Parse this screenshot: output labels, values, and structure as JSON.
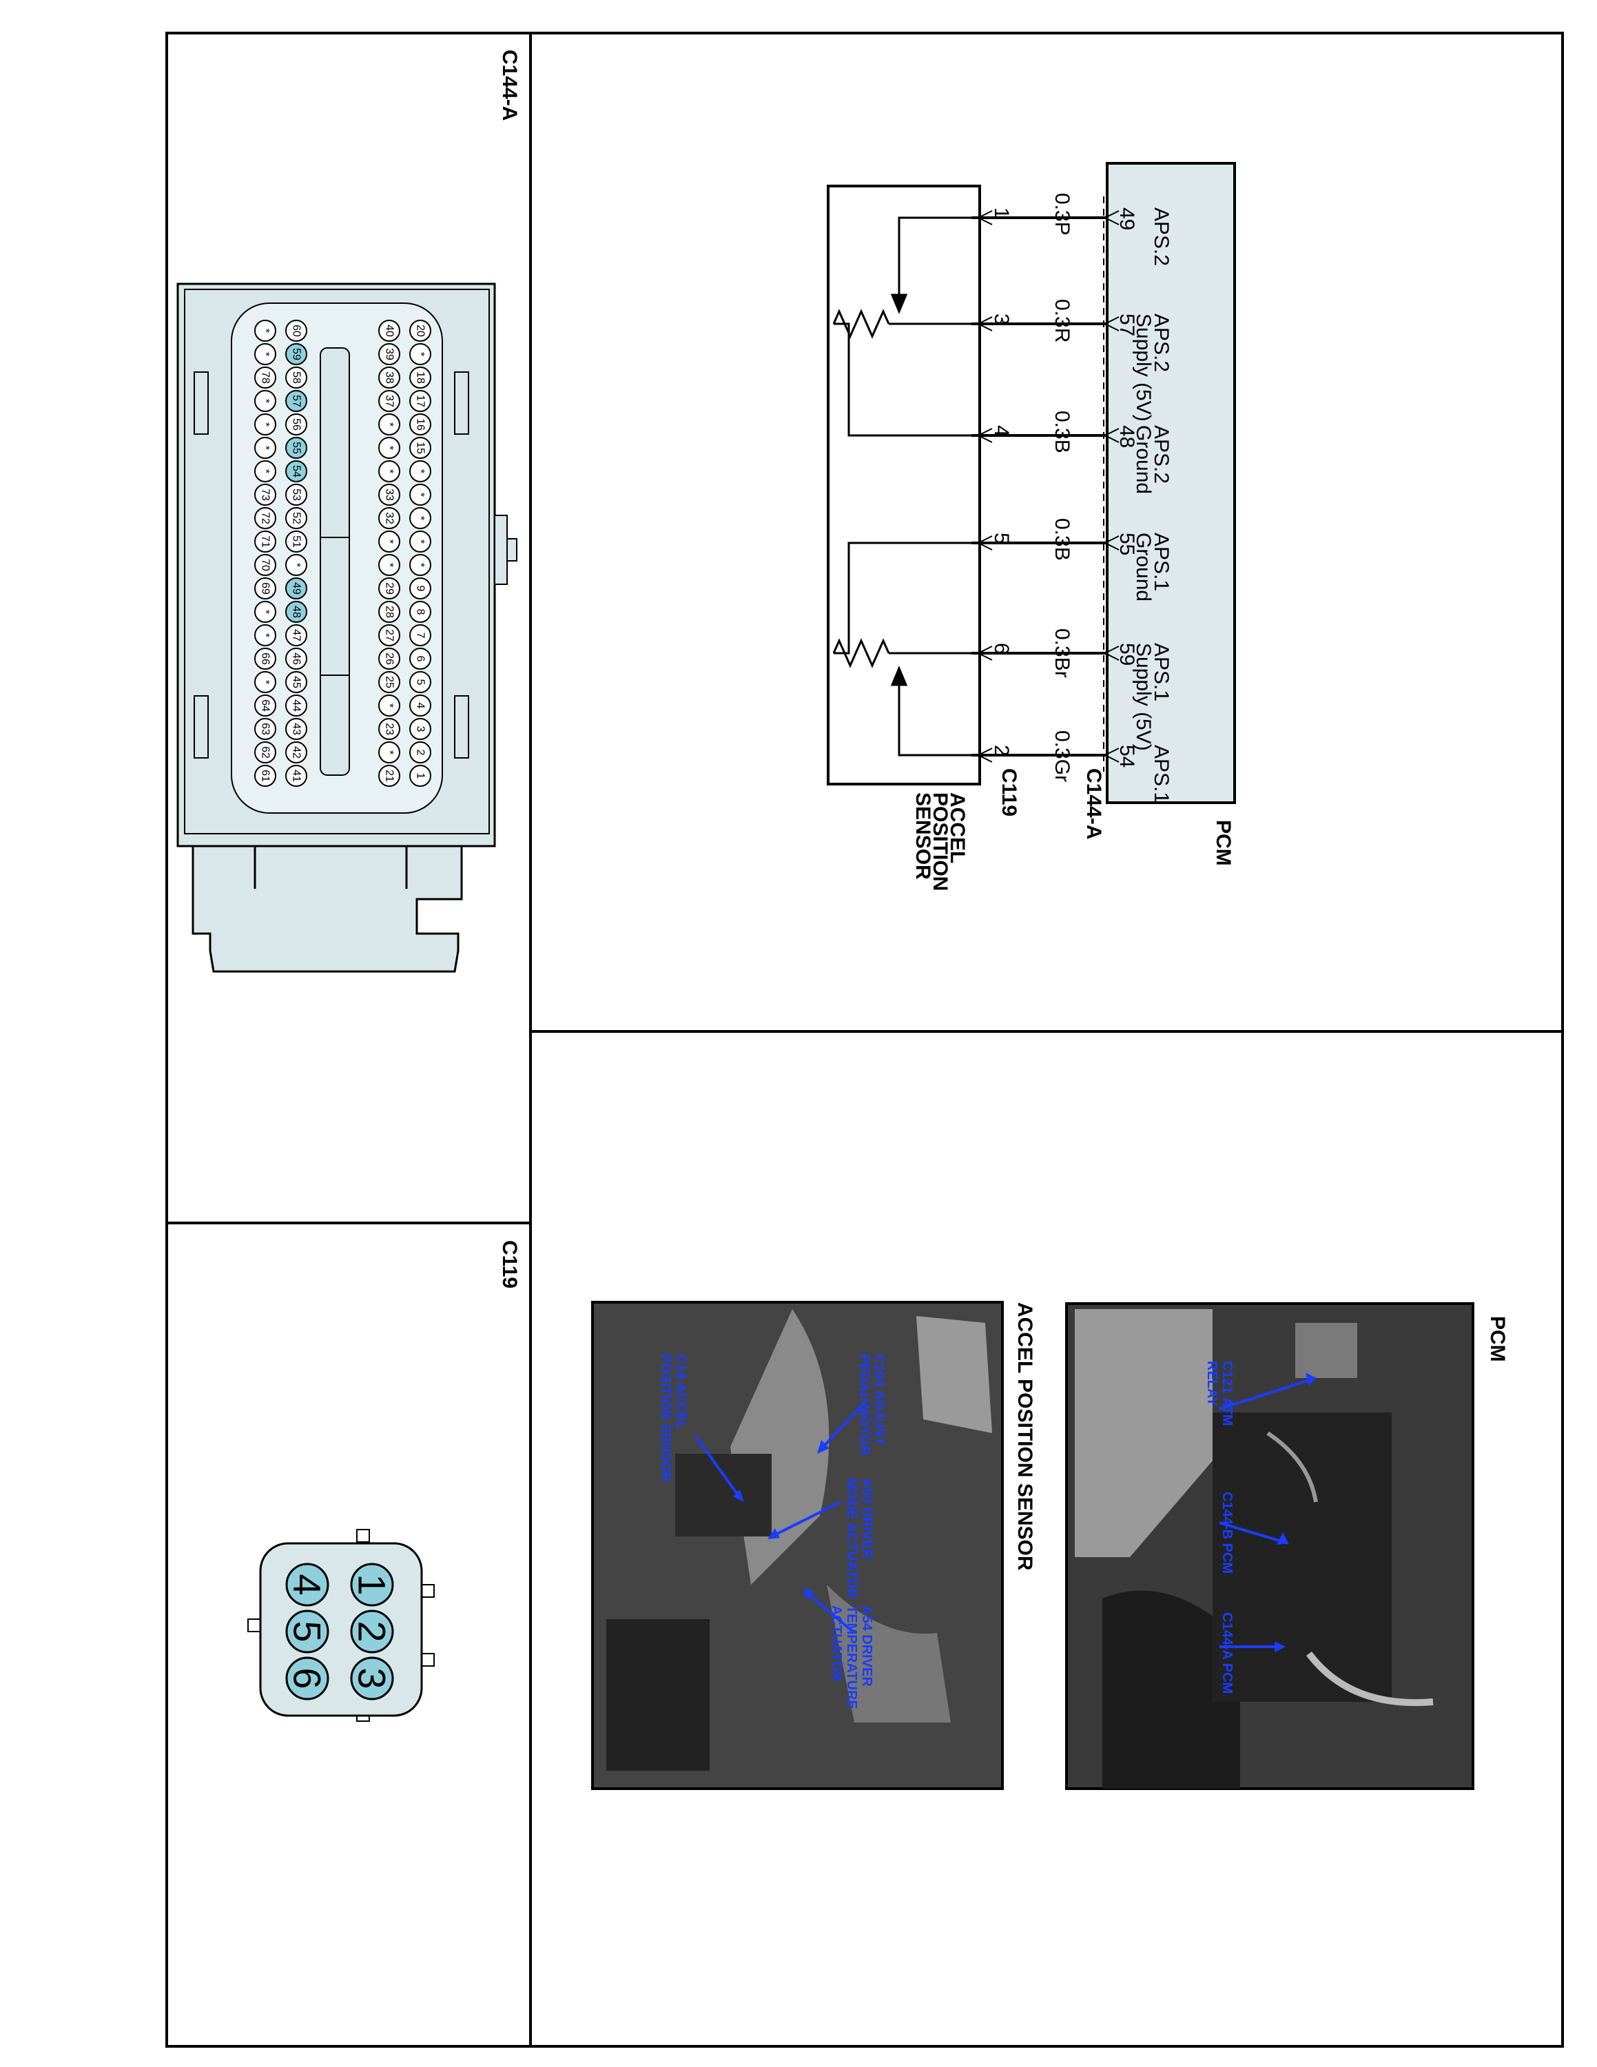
{
  "connectors": {
    "c144a": {
      "title": "C144-A",
      "rows": [
        [
          "20",
          "*",
          "18",
          "17",
          "16",
          "15",
          "*",
          "*",
          "*",
          "*",
          "*",
          "9",
          "8",
          "7",
          "6",
          "5",
          "4",
          "3",
          "2",
          "1"
        ],
        [
          "40",
          "39",
          "38",
          "37",
          "*",
          "*",
          "*",
          "33",
          "32",
          "*",
          "*",
          "29",
          "28",
          "27",
          "26",
          "25",
          "*",
          "23",
          "*",
          "21"
        ],
        [
          "60",
          "59",
          "58",
          "57",
          "56",
          "55",
          "54",
          "53",
          "52",
          "51",
          "*",
          "49",
          "48",
          "47",
          "46",
          "45",
          "44",
          "43",
          "42",
          "41"
        ],
        [
          "*",
          "*",
          "78",
          "*",
          "*",
          "*",
          "*",
          "73",
          "72",
          "71",
          "70",
          "69",
          "*",
          "*",
          "66",
          "*",
          "64",
          "63",
          "62",
          "61"
        ]
      ],
      "highlighted": [
        "59",
        "57",
        "55",
        "54",
        "49",
        "48"
      ]
    },
    "c119": {
      "title": "C119",
      "pins": [
        "1",
        "2",
        "3",
        "4",
        "5",
        "6"
      ]
    }
  },
  "schematic": {
    "pcm_label": "PCM",
    "pcm_connector": "C144-A",
    "sensor_connector": "C119",
    "sensor_label_lines": [
      "ACCEL",
      "POSITION",
      "SENSOR"
    ],
    "circuits": [
      {
        "name_lines": [
          "APS.1"
        ],
        "pcm_pin": "54",
        "wire": "0.3Gr",
        "sensor_pin": "2"
      },
      {
        "name_lines": [
          "APS.1",
          "Supply (5V)"
        ],
        "pcm_pin": "59",
        "wire": "0.3Br",
        "sensor_pin": "6"
      },
      {
        "name_lines": [
          "APS.1",
          "Ground"
        ],
        "pcm_pin": "55",
        "wire": "0.3B",
        "sensor_pin": "5"
      },
      {
        "name_lines": [
          "APS.2",
          "Ground"
        ],
        "pcm_pin": "48",
        "wire": "0.3B",
        "sensor_pin": "4"
      },
      {
        "name_lines": [
          "APS.2",
          "Supply (5V)"
        ],
        "pcm_pin": "57",
        "wire": "0.3R",
        "sensor_pin": "3"
      },
      {
        "name_lines": [
          "APS.2"
        ],
        "pcm_pin": "49",
        "wire": "0.3P",
        "sensor_pin": "1"
      }
    ]
  },
  "photos": {
    "pcm": {
      "title": "PCM",
      "callouts": [
        {
          "lines": [
            "C121 ATM",
            "RELAY"
          ]
        },
        {
          "lines": [
            "C144-B PCM"
          ]
        },
        {
          "lines": [
            "C144-A PCM"
          ]
        }
      ]
    },
    "aps": {
      "title": "ACCEL POSITION SENSOR",
      "callouts": [
        {
          "lines": [
            "C104 ADJUST",
            "PEDAL MOTOR"
          ]
        },
        {
          "lines": [
            "C19 ACCEL",
            "POSITION SENSOR"
          ]
        },
        {
          "lines": [
            "A53 DRIVER",
            "MODE ACTUATOR"
          ]
        },
        {
          "lines": [
            "A54 DRIVER",
            "TEMPERATURE",
            "ACTUATOR"
          ]
        }
      ]
    }
  },
  "colors": {
    "connector_fill": "#d9e7ea",
    "pin_highlight": "#8fd0dc",
    "pcm_box_fill": "#dfe9ec",
    "callout_text": "#1a3cff",
    "photo_dark": "#2b2b2b"
  }
}
